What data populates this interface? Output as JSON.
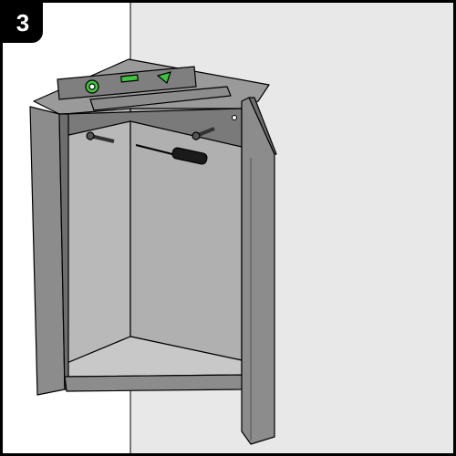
{
  "step": {
    "number": "3"
  },
  "colors": {
    "wall_right": "#e8e8e8",
    "cabinet_front": "#8c8c8c",
    "cabinet_inner": "#b9b9b9",
    "cabinet_dark": "#6e6e6e",
    "level_body": "#7f7f7f",
    "bubble": "#3ec43e",
    "outline": "#000000"
  },
  "icons": [
    "spirit-level",
    "screwdriver",
    "screw",
    "wall-plug"
  ]
}
